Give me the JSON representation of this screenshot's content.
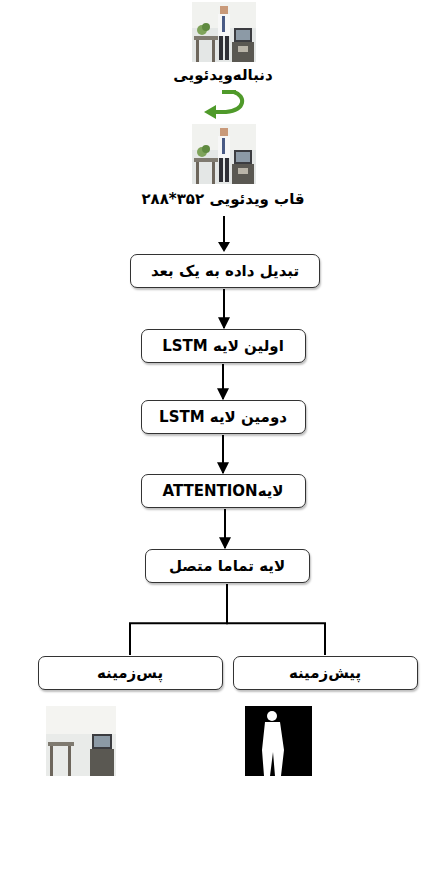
{
  "diagram": {
    "nodes": [
      {
        "text": [
          "تبدیل داده به یک بعد"
        ]
      },
      {
        "text": [
          "اولین لایه LSTM"
        ]
      },
      {
        "text": [
          "دومین لایه LSTM"
        ]
      },
      {
        "text": [
          "لایهATTENTION"
        ]
      },
      {
        "text": [
          "لایه تماما متصل"
        ]
      },
      {
        "text": [
          "پیش‌زمینه"
        ]
      },
      {
        "text": [
          "پس‌زمینه"
        ]
      }
    ],
    "edges": [
      {
        "from": 0,
        "to": 1,
        "arrow": "to"
      },
      {
        "from": 1,
        "to": 2,
        "arrow": "to"
      },
      {
        "from": 2,
        "to": 3,
        "arrow": "to"
      },
      {
        "from": 3,
        "to": 4,
        "arrow": "to"
      },
      {
        "from": 4,
        "to": 5,
        "arrow": "none"
      },
      {
        "from": 4,
        "to": 6,
        "arrow": "none"
      }
    ],
    "labels": [
      "دنباله‌ویدئویی",
      "قاب ویدئویی ۳۵۲*۲۸۸"
    ]
  }
}
